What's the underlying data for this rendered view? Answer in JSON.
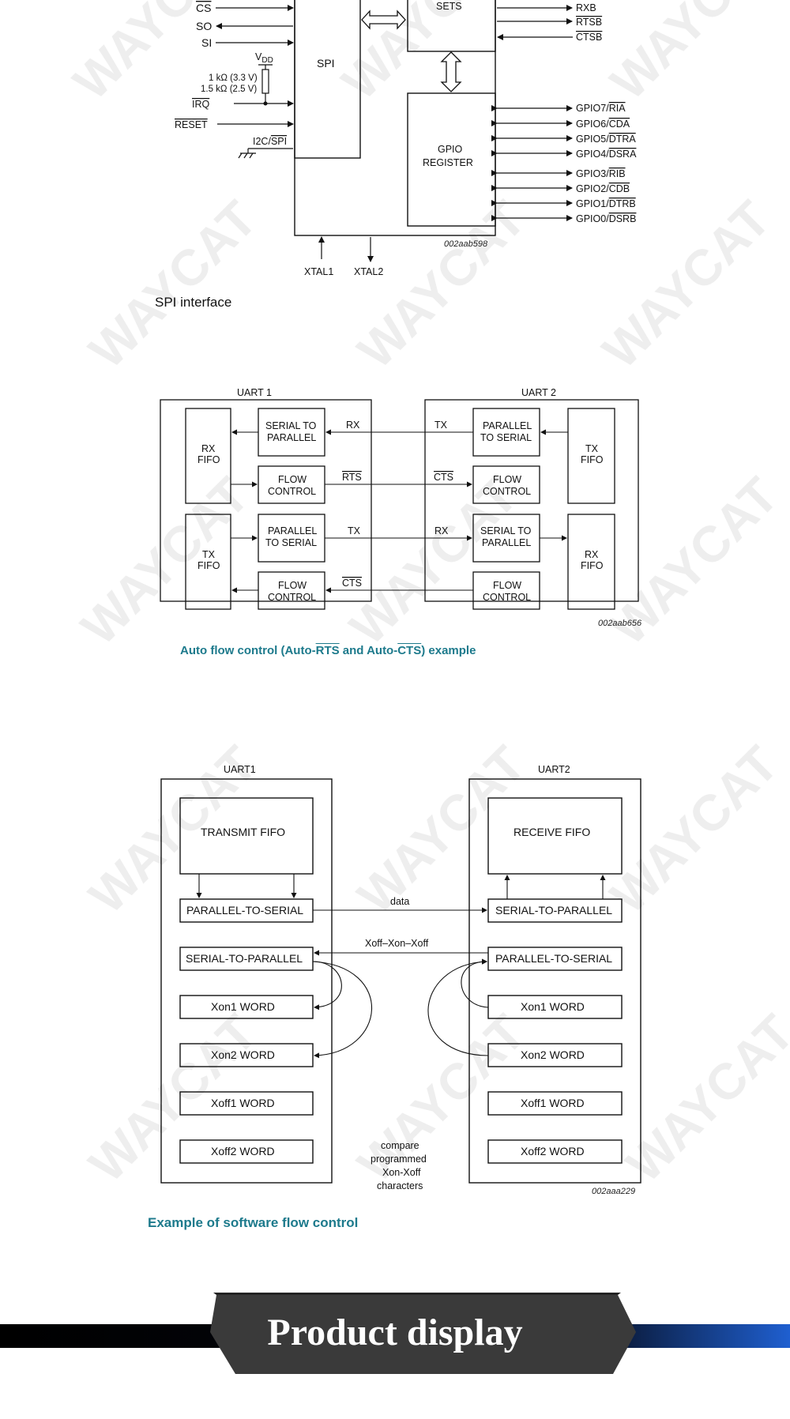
{
  "watermark": "WAYCAT",
  "spi_diagram": {
    "pins_left": [
      "CS",
      "SO",
      "SI"
    ],
    "vdd": "VDD",
    "res1": "1 kΩ (3.3 V)",
    "res2": "1.5 kΩ (2.5 V)",
    "irq": "IRQ",
    "reset": "RESET",
    "i2c_spi": "I2C/SPI",
    "spi_block": "SPI",
    "sets_block": "SETS",
    "gpio_block": [
      "GPIO",
      "REGISTER"
    ],
    "pins_right_top": [
      "RXB",
      "RTSB",
      "CTSB"
    ],
    "gpio_pins": [
      "GPIO7/RIA",
      "GPIO6/CDA",
      "GPIO5/DTRA",
      "GPIO4/DSRA",
      "GPIO3/RIB",
      "GPIO2/CDB",
      "GPIO1/DTRB",
      "GPIO0/DSRB"
    ],
    "xtal": [
      "XTAL1",
      "XTAL2"
    ],
    "code": "002aab598",
    "caption": "SPI interface"
  },
  "auto_flow": {
    "uart1": "UART 1",
    "uart2": "UART 2",
    "rx_fifo": [
      "RX",
      "FIFO"
    ],
    "tx_fifo": [
      "TX",
      "FIFO"
    ],
    "s2p": [
      "SERIAL TO",
      "PARALLEL"
    ],
    "p2s": [
      "PARALLEL",
      "TO SERIAL"
    ],
    "flow": [
      "FLOW",
      "CONTROL"
    ],
    "sig_rx": "RX",
    "sig_tx": "TX",
    "sig_rts": "RTS",
    "sig_cts": "CTS",
    "code": "002aab656",
    "caption_pre": "Auto flow control (Auto-",
    "caption_rts": "RTS",
    "caption_mid": " and Auto-",
    "caption_cts": "CTS",
    "caption_post": ") example"
  },
  "software_flow": {
    "uart1": "UART1",
    "uart2": "UART2",
    "transmit_fifo": "TRANSMIT FIFO",
    "receive_fifo": "RECEIVE FIFO",
    "p2s": "PARALLEL-TO-SERIAL",
    "s2p": "SERIAL-TO-PARALLEL",
    "xon1": "Xon1 WORD",
    "xon2": "Xon2 WORD",
    "xoff1": "Xoff1 WORD",
    "xoff2": "Xoff2 WORD",
    "data": "data",
    "xoff_xon": "Xoff–Xon–Xoff",
    "compare": [
      "compare",
      "programmed",
      "Xon-Xoff",
      "characters"
    ],
    "code": "002aaa229",
    "caption": "Example of software flow control"
  },
  "banner": {
    "title": "Product display",
    "colors": {
      "band": "#000000",
      "tab": "#3a3a3a",
      "accent": "#1f5fd0"
    }
  }
}
